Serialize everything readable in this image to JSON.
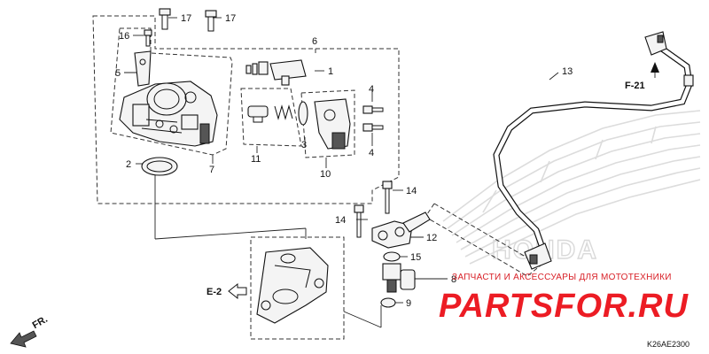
{
  "diagram": {
    "callouts": {
      "c1": "1",
      "c2": "2",
      "c3": "3",
      "c4a": "4",
      "c4b": "4",
      "c5": "5",
      "c6": "6",
      "c7": "7",
      "c8": "8",
      "c9": "9",
      "c10": "10",
      "c11": "11",
      "c12": "12",
      "c13": "13",
      "c14a": "14",
      "c14b": "14",
      "c15": "15",
      "c16": "16",
      "c17a": "17",
      "c17b": "17"
    },
    "references": {
      "f21": "F-21",
      "e2": "E-2",
      "fr": "FR."
    },
    "diagram_code": "K26AE2300"
  },
  "watermark": {
    "tagline": "ЗАПЧАСТИ И АКСЕССУАРЫ ДЛЯ МОТОТЕХНИКИ",
    "logo": "PARTSFOR.RU",
    "brand": "HONDA",
    "colors": {
      "red": "#ec1c24",
      "grey": "#d9d9d9"
    }
  }
}
